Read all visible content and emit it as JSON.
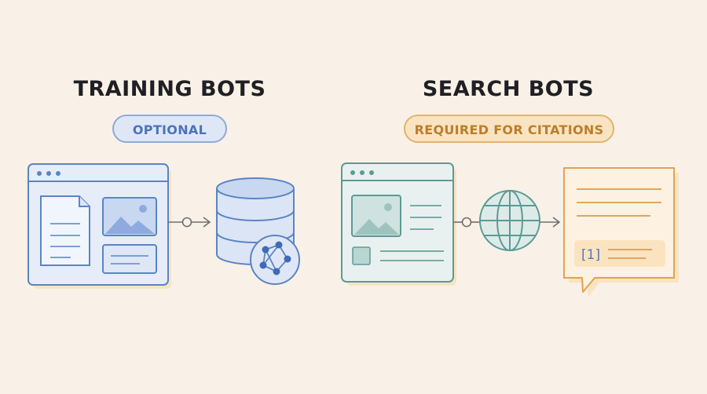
{
  "sections": [
    {
      "title": "TRAINING BOTS",
      "badge": "OPTIONAL"
    },
    {
      "title": "SEARCH BOTS",
      "badge": "REQUIRED FOR CITATIONS"
    }
  ],
  "citation_marker": "[1]",
  "colors": {
    "background": "#f9f1e7",
    "training_blue": "#5b84c4",
    "training_fill": "#e4ebf8",
    "search_teal": "#5d9a95",
    "search_fill": "#e7f0ee",
    "citation_orange": "#e2a24e",
    "citation_fill": "#fbe7c9"
  },
  "icons": [
    "browser-window-icon",
    "document-icon",
    "image-icon",
    "database-icon",
    "network-graph-icon",
    "globe-icon",
    "chat-bubble-icon"
  ]
}
